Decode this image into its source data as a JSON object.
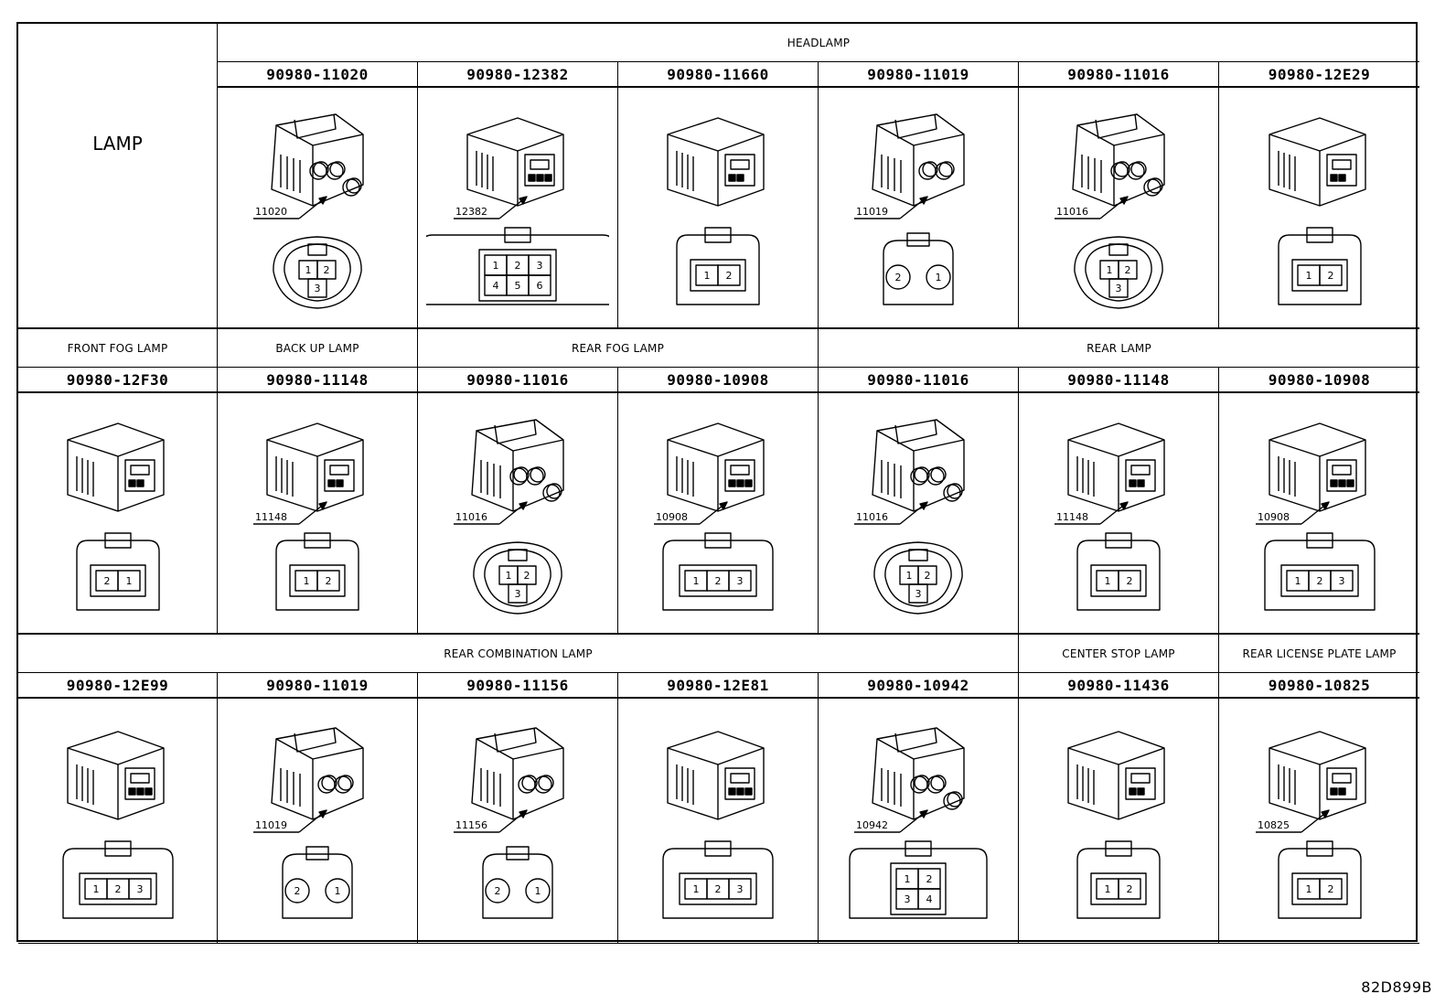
{
  "figure_code": "82D899B",
  "band1": {
    "lamp_label": "LAMP",
    "section": "HEADLAMP",
    "parts": [
      {
        "pn": "90980-11020",
        "callout": "11020",
        "pins": [
          "1",
          "2",
          "3"
        ]
      },
      {
        "pn": "90980-12382",
        "callout": "12382",
        "pins": [
          "1",
          "2",
          "3",
          "4",
          "5",
          "6"
        ]
      },
      {
        "pn": "90980-11660",
        "callout": "",
        "pins": [
          "1",
          "2"
        ]
      },
      {
        "pn": "90980-11019",
        "callout": "11019",
        "pins": [
          "2",
          "1"
        ]
      },
      {
        "pn": "90980-11016",
        "callout": "11016",
        "pins": [
          "1",
          "2",
          "3"
        ]
      },
      {
        "pn": "90980-12E29",
        "callout": "",
        "pins": [
          "1",
          "2"
        ]
      }
    ]
  },
  "band2": {
    "sections": [
      "FRONT FOG LAMP",
      "BACK UP LAMP",
      "REAR FOG LAMP",
      "REAR LAMP"
    ],
    "parts": [
      {
        "pn": "90980-12F30",
        "callout": "",
        "pins": [
          "2",
          "1"
        ]
      },
      {
        "pn": "90980-11148",
        "callout": "11148",
        "pins": [
          "1",
          "2"
        ]
      },
      {
        "pn": "90980-11016",
        "callout": "11016",
        "pins": [
          "1",
          "2",
          "3"
        ]
      },
      {
        "pn": "90980-10908",
        "callout": "10908",
        "pins": [
          "1",
          "2",
          "3"
        ]
      },
      {
        "pn": "90980-11016",
        "callout": "11016",
        "pins": [
          "1",
          "2",
          "3"
        ]
      },
      {
        "pn": "90980-11148",
        "callout": "11148",
        "pins": [
          "1",
          "2"
        ]
      },
      {
        "pn": "90980-10908",
        "callout": "10908",
        "pins": [
          "1",
          "2",
          "3"
        ]
      }
    ]
  },
  "band3": {
    "sections": [
      "REAR COMBINATION LAMP",
      "CENTER STOP LAMP",
      "REAR LICENSE PLATE LAMP"
    ],
    "parts": [
      {
        "pn": "90980-12E99",
        "callout": "",
        "pins": [
          "1",
          "2",
          "3"
        ]
      },
      {
        "pn": "90980-11019",
        "callout": "11019",
        "pins": [
          "2",
          "1"
        ]
      },
      {
        "pn": "90980-11156",
        "callout": "11156",
        "pins": [
          "2",
          "1"
        ]
      },
      {
        "pn": "90980-12E81",
        "callout": "",
        "pins": [
          "1",
          "2",
          "3"
        ]
      },
      {
        "pn": "90980-10942",
        "callout": "10942",
        "pins": [
          "1",
          "2",
          "3",
          "4"
        ]
      },
      {
        "pn": "90980-11436",
        "callout": "",
        "pins": [
          "1",
          "2"
        ]
      },
      {
        "pn": "90980-10825",
        "callout": "10825",
        "pins": [
          "1",
          "2"
        ]
      }
    ]
  }
}
